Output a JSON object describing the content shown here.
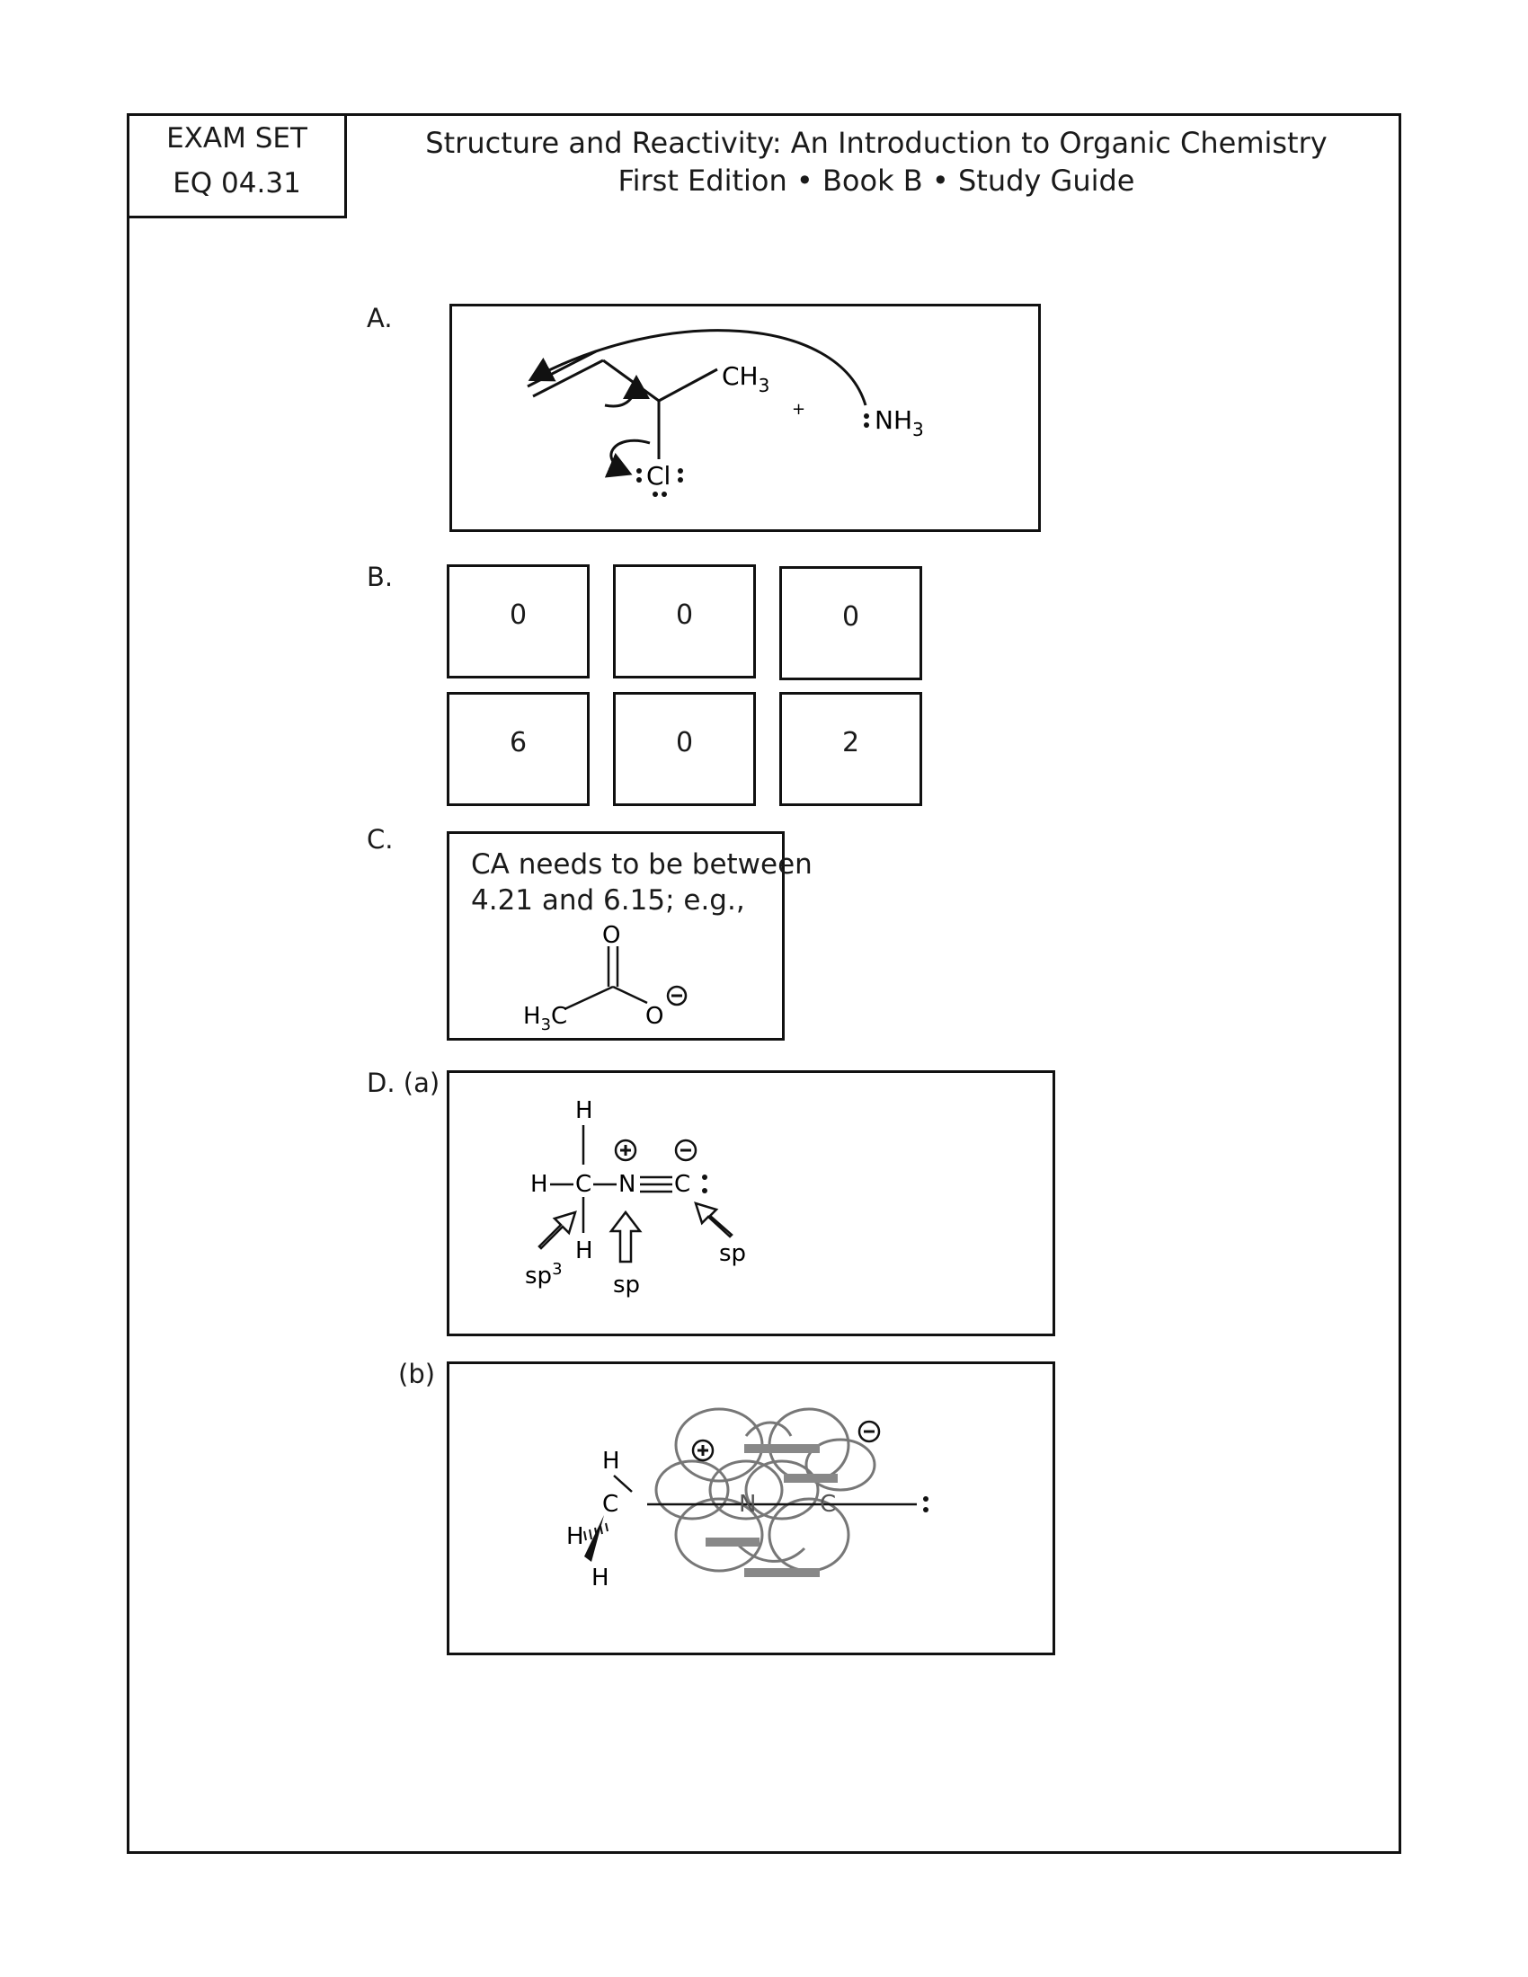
{
  "exam_tag": {
    "line1": "EXAM SET",
    "line2": "EQ 04.31"
  },
  "header": {
    "title": "Structure and Reactivity: An Introduction to Organic Chemistry",
    "subtitle": "First Edition • Book B • Study Guide"
  },
  "section_a": {
    "label": "A.",
    "ch3": "CH",
    "ch3_sub": "3",
    "plus": "+",
    "nh3": "NH",
    "nh3_sub": "3",
    "cl": "Cl"
  },
  "section_b": {
    "label": "B.",
    "row1": [
      "0",
      "0",
      "0"
    ],
    "row2": [
      "6",
      "0",
      "2"
    ]
  },
  "section_c": {
    "label": "C.",
    "line1": "CA needs to be between",
    "line2": "4.21 and 6.15; e.g.,",
    "o_top": "O",
    "o_minus": "O",
    "h3c": "H",
    "h3c_sub": "3",
    "h3c_c": "C"
  },
  "section_d": {
    "label_a": "D. (a)",
    "label_b": "(b)",
    "h": "H",
    "c": "C",
    "n": "N",
    "sp3": "sp",
    "sp3_sup": "3",
    "sp": "sp"
  }
}
